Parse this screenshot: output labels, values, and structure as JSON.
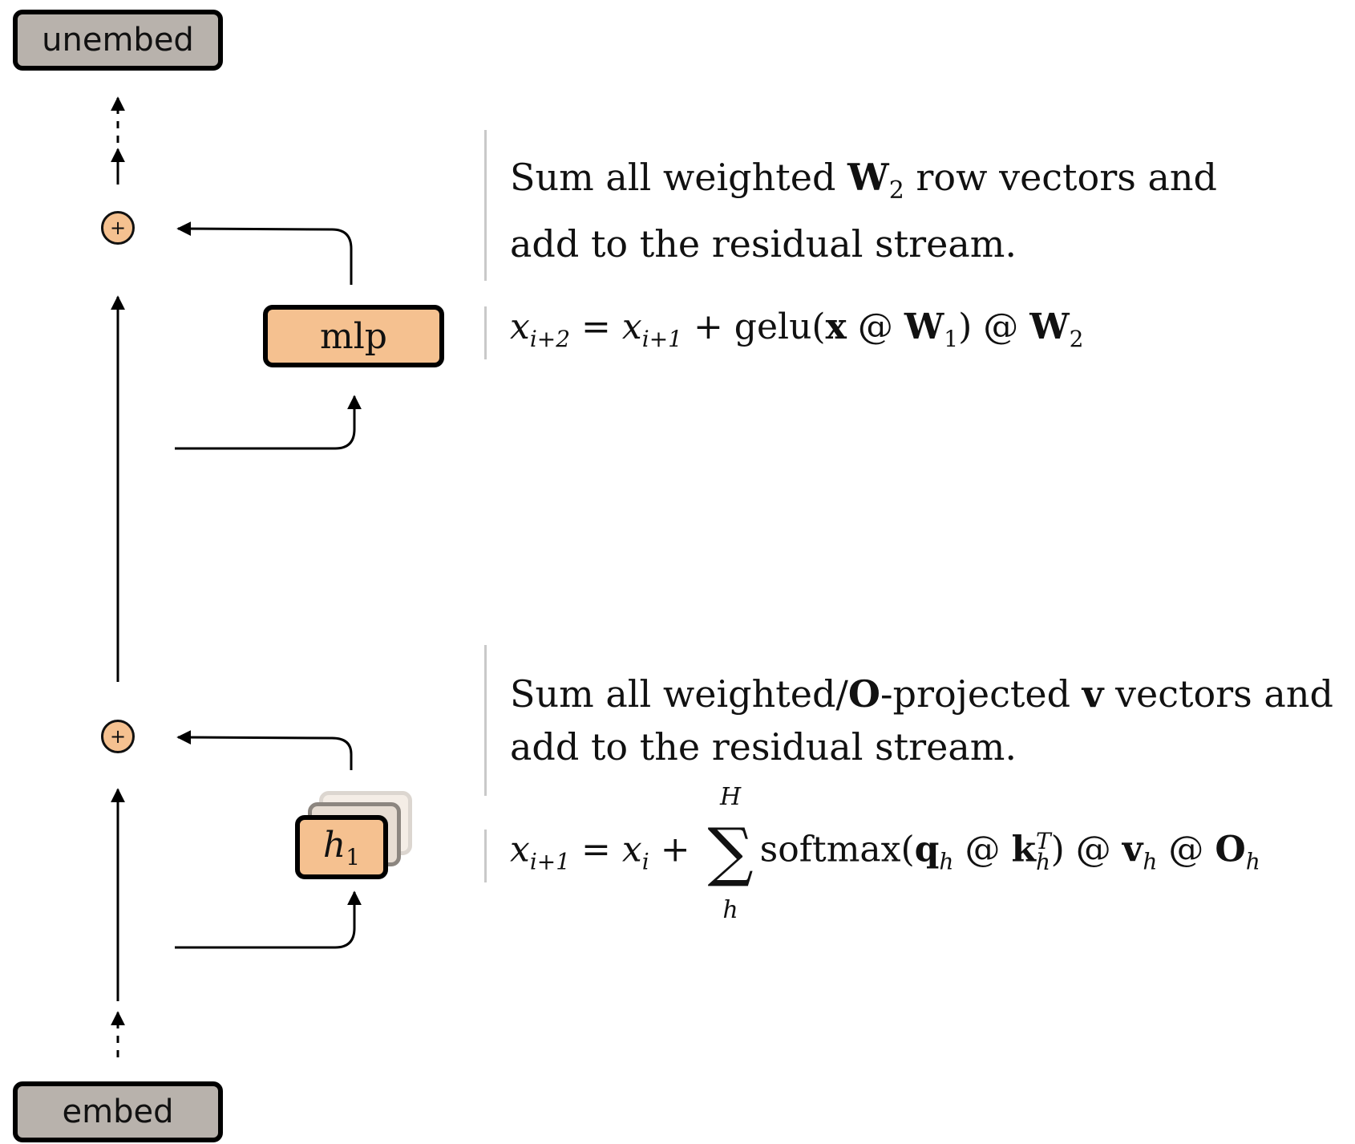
{
  "nodes": {
    "unembed": "unembed",
    "embed": "embed",
    "mlp": "mlp",
    "head_base": "h",
    "head_sub": "1",
    "plus_symbol": "+"
  },
  "annotations": {
    "mlp_description": {
      "line1_pre": "Sum all weighted ",
      "line1_bold": "W",
      "line1_sub": "2",
      "line1_post": " row vectors and",
      "line2": "add to the residual stream."
    },
    "attn_description": {
      "line1_pre": "Sum all weighted/",
      "line1_bold": "O",
      "line1_mid": "-projected ",
      "line1_bold2": "v",
      "line1_post": " vectors and",
      "line2": "add to the residual stream."
    },
    "mlp_equation": {
      "lhs_var": "x",
      "lhs_sub": "i+2",
      "eq": " = ",
      "rhs_var": "x",
      "rhs_sub": "i+1",
      "op": " + gelu(",
      "x_bold": "x",
      "at1": " @ ",
      "w1": "W",
      "w1_sub": "1",
      "close": ") @ ",
      "w2": "W",
      "w2_sub": "2"
    },
    "attn_equation": {
      "lhs_var": "x",
      "lhs_sub": "i+1",
      "eq": " = ",
      "rhs_var": "x",
      "rhs_sub": "i",
      "plus": " + ",
      "sum_symbol": "∑",
      "sum_upper": "H",
      "sum_lower": "h",
      "softmax": "softmax(",
      "q": "q",
      "h_sub": "h",
      "at": " @ ",
      "k": "k",
      "t_sup": "T",
      "close": ") @ ",
      "v": "v",
      "o": "O"
    }
  },
  "colors": {
    "gray_box": "#b8b2ac",
    "orange": "#f5c190",
    "rule": "#c9c9c9"
  }
}
